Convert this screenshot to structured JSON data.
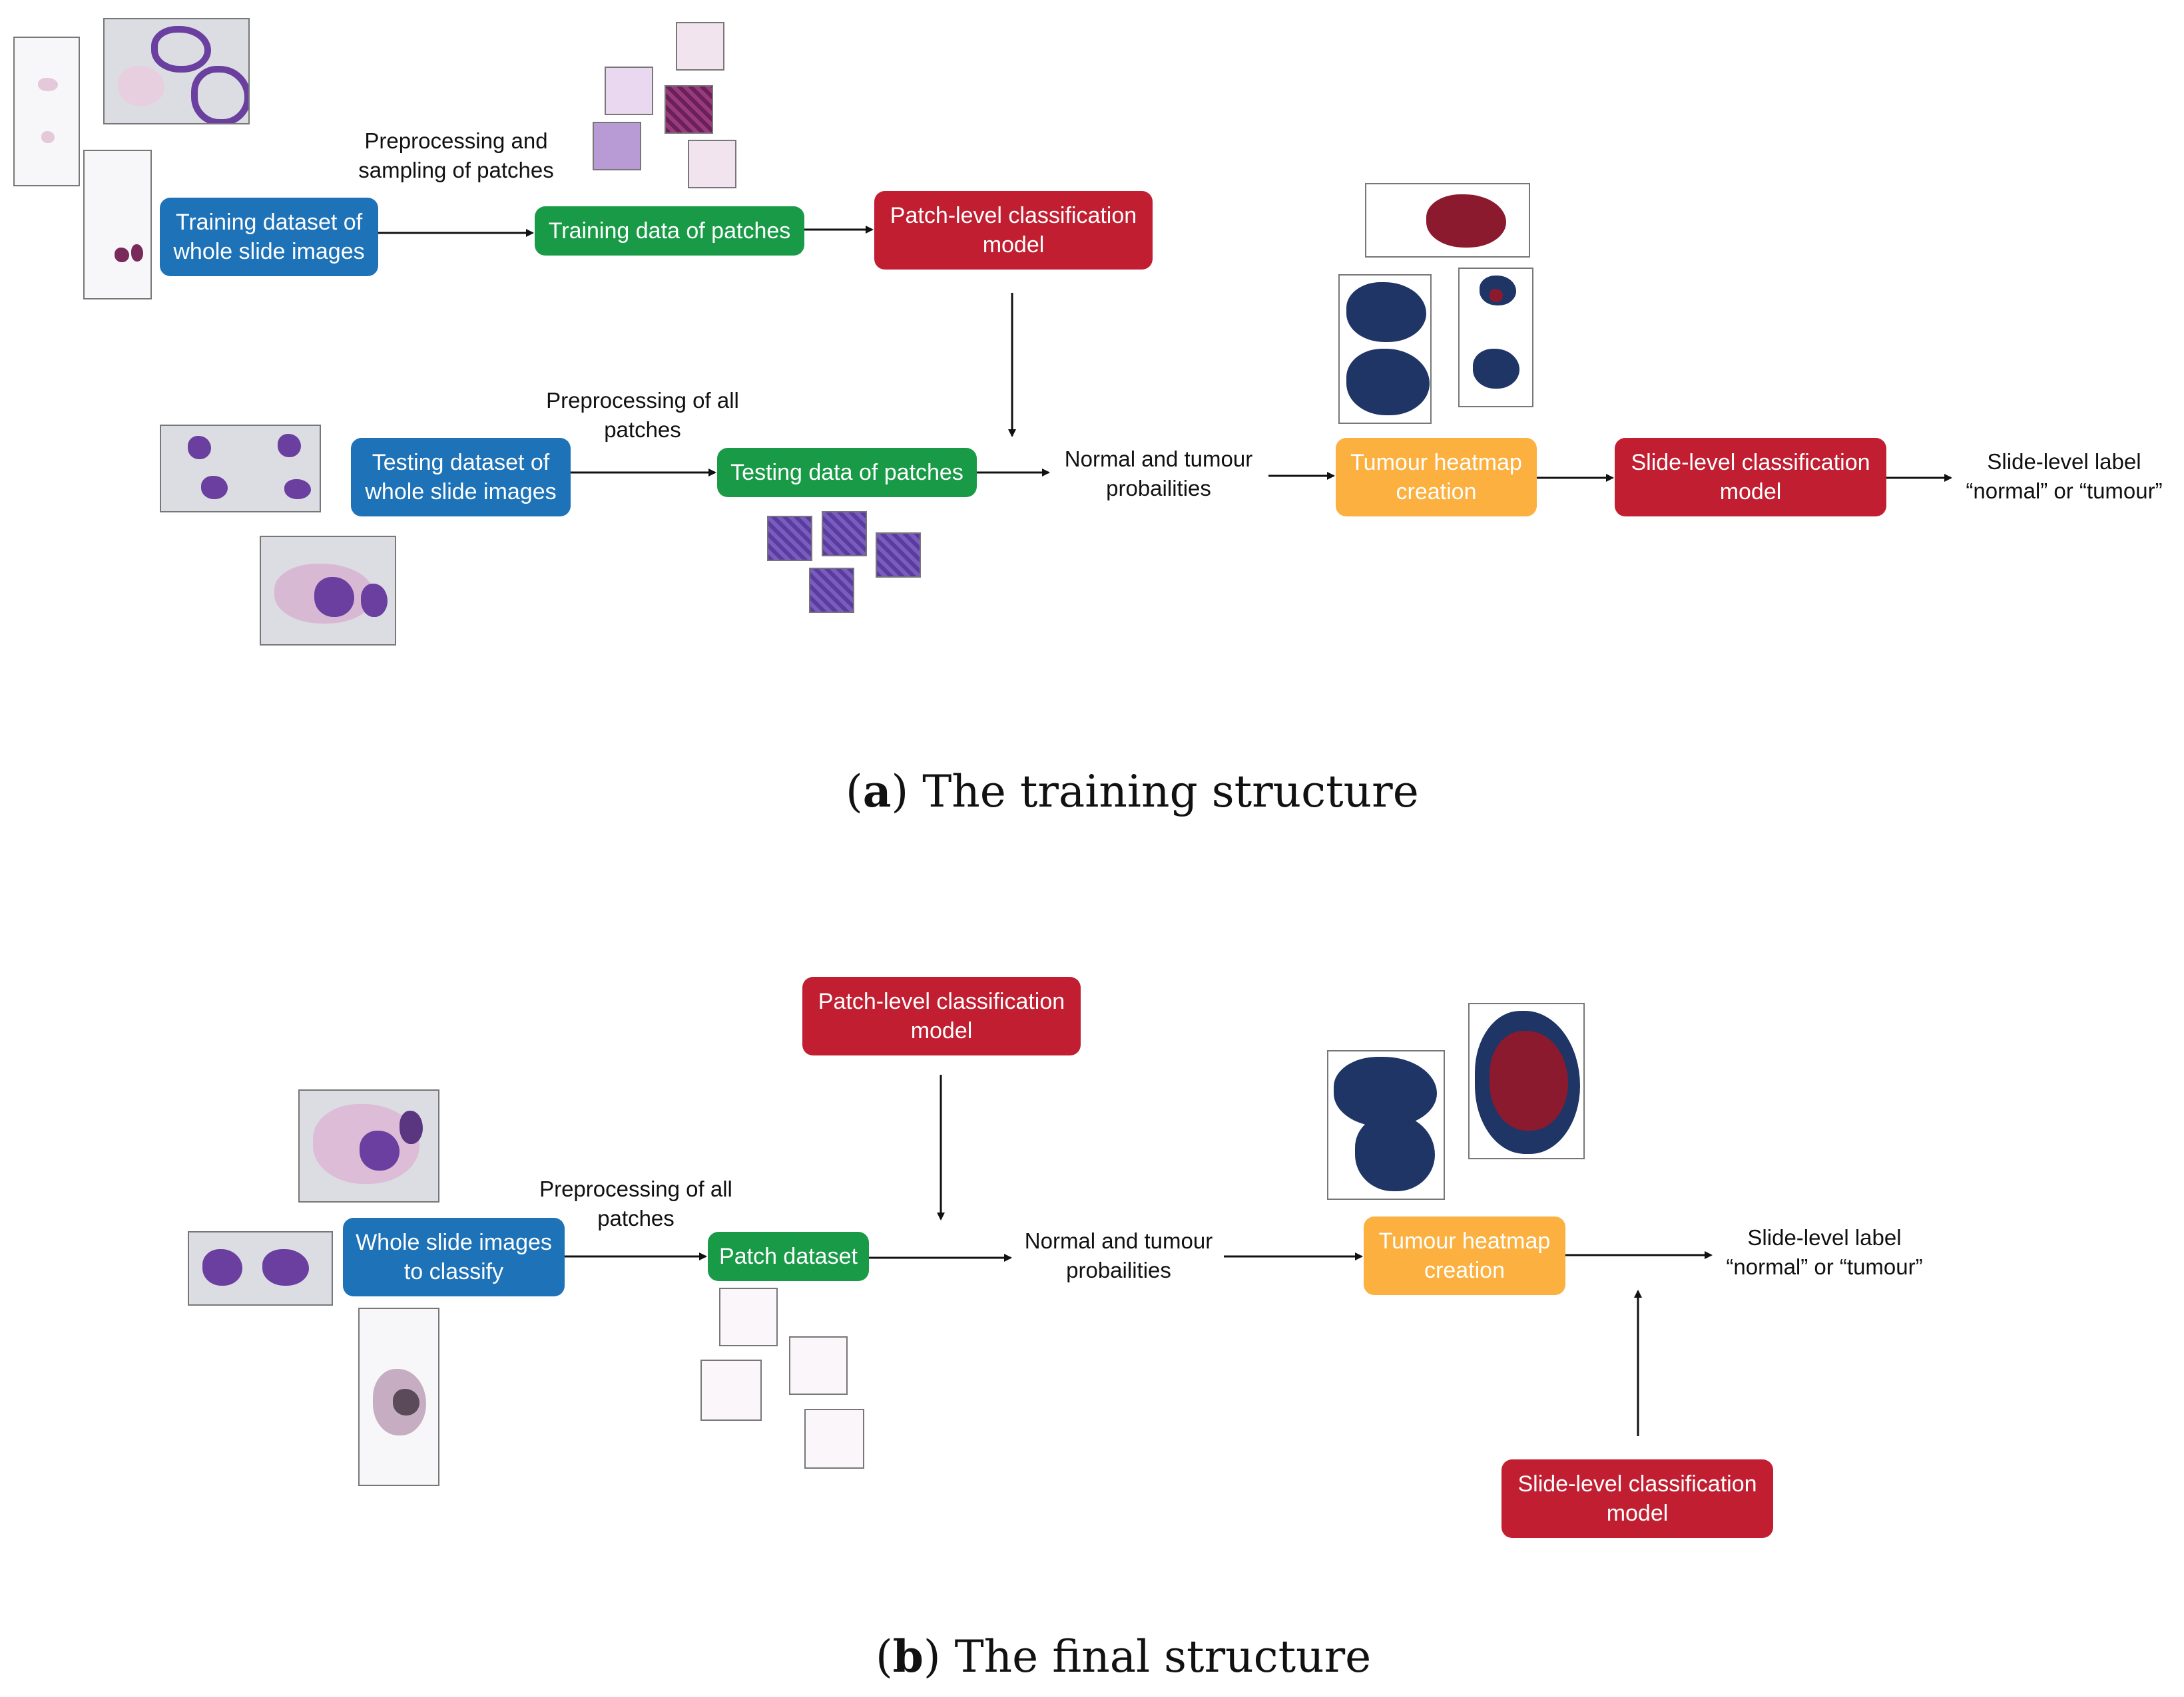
{
  "panel_a": {
    "caption_letter": "a",
    "caption_text": "The training structure",
    "train_wsi": [
      "Training dataset of",
      "whole slide images"
    ],
    "preproc_label": [
      "Preprocessing and",
      "sampling of patches"
    ],
    "train_patches": "Training data of patches",
    "patch_model": [
      "Patch-level classification",
      "model"
    ],
    "test_wsi": [
      "Testing dataset of",
      "whole slide images"
    ],
    "preproc_all": [
      "Preprocessing of all",
      "patches"
    ],
    "test_patches": "Testing data of patches",
    "probs": [
      "Normal and tumour",
      "probailities"
    ],
    "heatmap": [
      "Tumour heatmap",
      "creation"
    ],
    "slide_model": [
      "Slide-level classification",
      "model"
    ],
    "slide_label": [
      "Slide-level label",
      "“normal” or “tumour”"
    ]
  },
  "panel_b": {
    "caption_letter": "b",
    "caption_text": "The final structure",
    "patch_model": [
      "Patch-level classification",
      "model"
    ],
    "wsi": [
      "Whole slide images",
      "to classify"
    ],
    "preproc_all": [
      "Preprocessing of all",
      "patches"
    ],
    "patch_dataset": "Patch dataset",
    "probs": [
      "Normal and tumour",
      "probailities"
    ],
    "heatmap": [
      "Tumour heatmap",
      "creation"
    ],
    "slide_label": [
      "Slide-level label",
      "“normal” or “tumour”"
    ],
    "slide_model": [
      "Slide-level classification",
      "model"
    ]
  },
  "colors": {
    "blue": "#1d72b8",
    "green": "#199a47",
    "red": "#c11f31",
    "orange": "#fbb040",
    "tissue_purple": "#6a3fa0",
    "heatmap_navy": "#1f3566",
    "heatmap_red": "#8b1a2e"
  }
}
